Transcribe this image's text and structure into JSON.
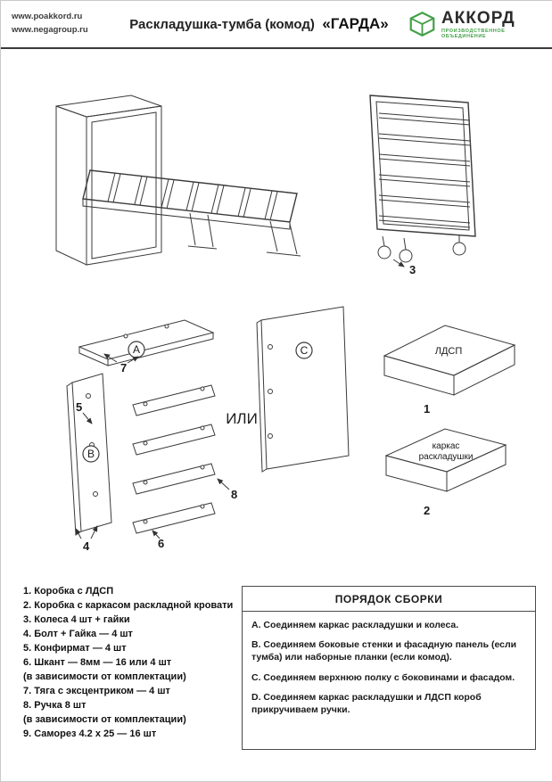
{
  "header": {
    "urls": [
      "www.poakkord.ru",
      "www.negagroup.ru"
    ],
    "title": "Раскладушка-тумба (комод)",
    "product_name": "«ГАРДА»",
    "logo_text": "АККОРД",
    "logo_subtitle": "ПРОИЗВОДСТВЕННОЕ ОБЪЕДИНЕНИЕ"
  },
  "diagram": {
    "folded_bed_number": "3",
    "panel_a_label": "A",
    "panel_b_label": "B",
    "panel_c_label": "C",
    "label_4": "4",
    "label_5": "5",
    "label_6": "6",
    "label_7": "7",
    "label_8": "8",
    "or_text": "ИЛИ",
    "box_ldsp": {
      "label": "ЛДСП",
      "number": "1"
    },
    "box_frame": {
      "label_line1": "каркас",
      "label_line2": "раскладушки",
      "number": "2"
    }
  },
  "parts_list": {
    "lines": [
      "1. Коробка с ЛДСП",
      "2. Коробка с каркасом раскладной кровати",
      "3. Колеса 4 шт + гайки",
      "4. Болт + Гайка — 4 шт",
      "5. Конфирмат  — 4 шт",
      "6. Шкант — 8мм — 16 или 4 шт",
      "(в зависимости от комплектации)",
      "7. Тяга с эксцентриком — 4 шт",
      "8. Ручка 8 шт",
      "(в зависимости от комплектации)",
      "9. Саморез 4.2 х 25  — 16 шт"
    ]
  },
  "assembly": {
    "title": "ПОРЯДОК СБОРКИ",
    "steps": [
      "A. Соединяем каркас раскладушки и колеса.",
      "B. Соединяем боковые стенки и фасадную панель (если тумба) или наборные планки (если комод).",
      "C. Соединяем верхнюю полку с боковинами и фасадом.",
      "D. Соединяем каркас раскладушки и ЛДСП короб прикручиваем ручки."
    ]
  },
  "colors": {
    "brand_green": "#43a047",
    "line_color": "#3a3a3a"
  }
}
